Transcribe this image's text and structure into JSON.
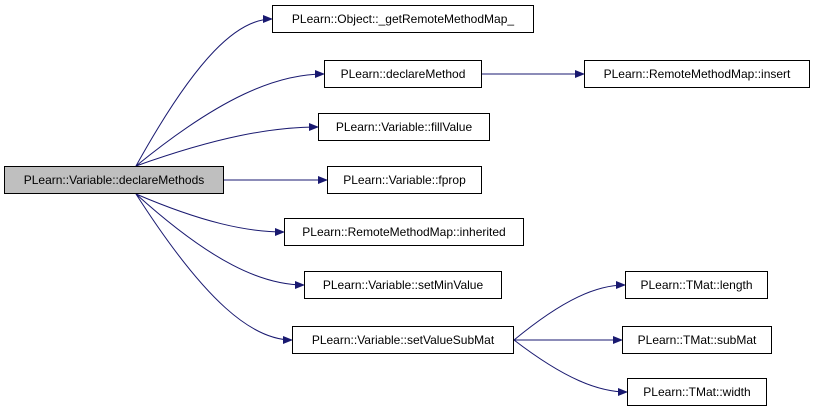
{
  "diagram": {
    "edge_color": "#191970",
    "root_fill": "#bfbfbf",
    "nodes": {
      "root": "PLearn::Variable::declareMethods",
      "get_remote_method_map": "PLearn::Object::_getRemoteMethodMap_",
      "declare_method": "PLearn::declareMethod",
      "remote_method_map_insert": "PLearn::RemoteMethodMap::insert",
      "fill_value": "PLearn::Variable::fillValue",
      "fprop": "PLearn::Variable::fprop",
      "inherited": "PLearn::RemoteMethodMap::inherited",
      "set_min_value": "PLearn::Variable::setMinValue",
      "set_value_sub_mat": "PLearn::Variable::setValueSubMat",
      "tmat_length": "PLearn::TMat::length",
      "tmat_sub_mat": "PLearn::TMat::subMat",
      "tmat_width": "PLearn::TMat::width"
    },
    "edges": [
      [
        "root",
        "get_remote_method_map"
      ],
      [
        "root",
        "declare_method"
      ],
      [
        "declare_method",
        "remote_method_map_insert"
      ],
      [
        "root",
        "fill_value"
      ],
      [
        "root",
        "fprop"
      ],
      [
        "root",
        "inherited"
      ],
      [
        "root",
        "set_min_value"
      ],
      [
        "root",
        "set_value_sub_mat"
      ],
      [
        "set_value_sub_mat",
        "tmat_length"
      ],
      [
        "set_value_sub_mat",
        "tmat_sub_mat"
      ],
      [
        "set_value_sub_mat",
        "tmat_width"
      ]
    ]
  }
}
